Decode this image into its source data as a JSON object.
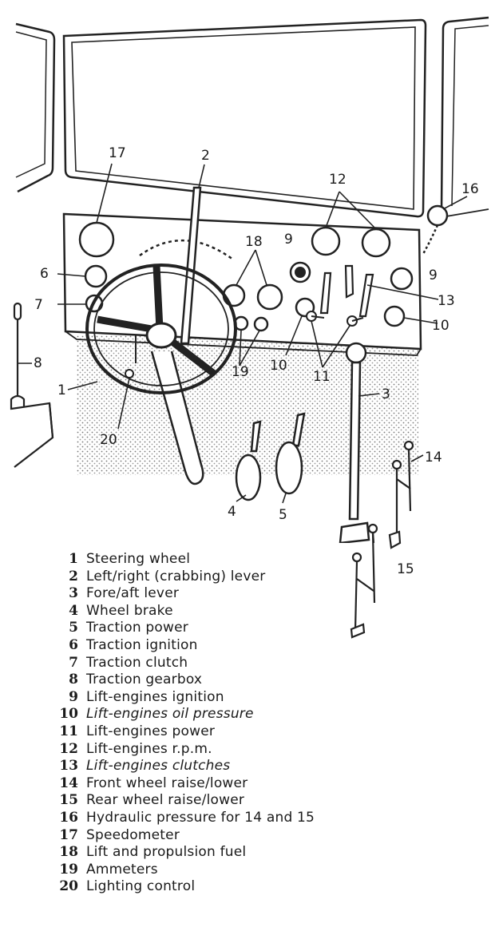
{
  "diagram": {
    "callouts": {
      "c17": "17",
      "c2": "2",
      "c12": "12",
      "c16": "16",
      "c6": "6",
      "c18": "18",
      "c9a": "9",
      "c9b": "9",
      "c13": "13",
      "c7": "7",
      "c10a": "10",
      "c10b": "10",
      "c8": "8",
      "c1": "1",
      "c19": "19",
      "c11": "11",
      "c3": "3",
      "c20": "20",
      "c14": "14",
      "c4": "4",
      "c5": "5",
      "c15": "15"
    }
  },
  "legend": {
    "items": [
      {
        "num": "1",
        "label": "Steering wheel"
      },
      {
        "num": "2",
        "label": "Left/right (crabbing) lever"
      },
      {
        "num": "3",
        "label": "Fore/aft lever"
      },
      {
        "num": "4",
        "label": "Wheel brake"
      },
      {
        "num": "5",
        "label": "Traction power"
      },
      {
        "num": "6",
        "label": "Traction ignition"
      },
      {
        "num": "7",
        "label": "Traction clutch"
      },
      {
        "num": "8",
        "label": "Traction gearbox"
      },
      {
        "num": "9",
        "label": "Lift-engines ignition"
      },
      {
        "num": "10",
        "label": "Lift-engines oil pressure"
      },
      {
        "num": "11",
        "label": "Lift-engines power"
      },
      {
        "num": "12",
        "label": "Lift-engines r.p.m."
      },
      {
        "num": "13",
        "label": "Lift-engines clutches"
      },
      {
        "num": "14",
        "label": "Front wheel raise/lower"
      },
      {
        "num": "15",
        "label": "Rear wheel raise/lower"
      },
      {
        "num": "16",
        "label": "Hydraulic pressure for 14 and 15"
      },
      {
        "num": "17",
        "label": "Speedometer"
      },
      {
        "num": "18",
        "label": "Lift and propulsion fuel"
      },
      {
        "num": "19",
        "label": "Ammeters"
      },
      {
        "num": "20",
        "label": "Lighting control"
      }
    ]
  }
}
